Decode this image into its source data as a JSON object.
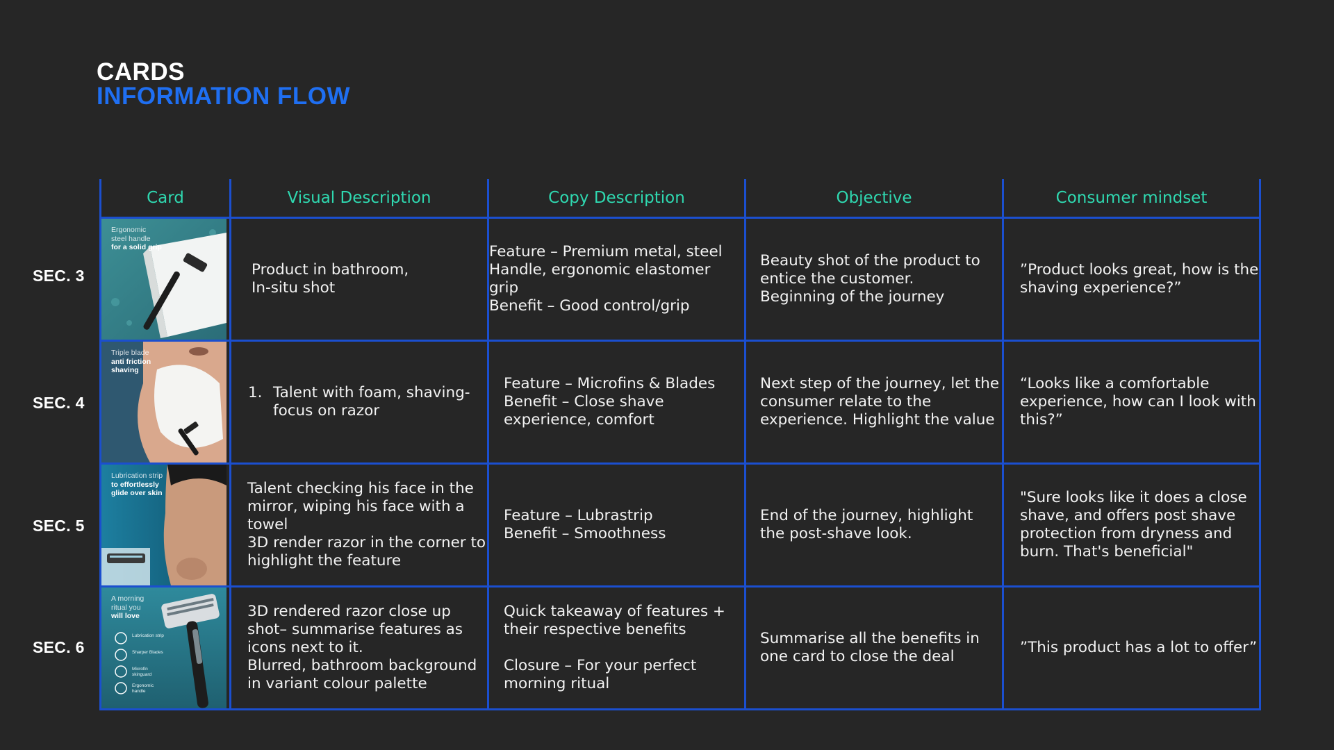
{
  "header": {
    "title_line1": "CARDS",
    "title_line2": "INFORMATION FLOW"
  },
  "colors": {
    "background": "#262626",
    "accent_blue": "#1f6ff2",
    "grid_blue": "#1b4fcf",
    "header_teal": "#2fd8b0"
  },
  "table": {
    "headers": [
      "Card",
      "Visual Description",
      "Copy Description",
      "Objective",
      "Consumer mindset"
    ],
    "rows": [
      {
        "section": "SEC. 3",
        "card_caption": [
          "Ergonomic",
          "steel handle",
          "for a solid grip"
        ],
        "visual": [
          "Product in bathroom,",
          "In-situ shot"
        ],
        "copy": [
          "Feature – Premium metal, steel Handle, ergonomic elastomer grip",
          "Benefit – Good control/grip"
        ],
        "objective": [
          "Beauty shot of the product to entice the customer.",
          "Beginning of the journey"
        ],
        "mindset": "”Product looks great, how is the shaving experience?”"
      },
      {
        "section": "SEC. 4",
        "card_caption": [
          "Triple blade",
          "anti friction",
          "shaving"
        ],
        "visual_num": "1.",
        "visual": "Talent with foam, shaving- focus on razor",
        "copy": [
          "Feature – Microfins & Blades",
          "Benefit – Close shave experience, comfort"
        ],
        "objective": "Next step of the journey, let the consumer relate to the experience. Highlight the value",
        "mindset": "“Looks like a comfortable experience, how can I look with this?”"
      },
      {
        "section": "SEC. 5",
        "card_caption": [
          "Lubrication strip",
          "to effortlessly",
          "glide over skin"
        ],
        "visual": [
          "Talent checking his face in the mirror, wiping his face with a towel",
          "3D render razor in the corner to highlight the feature"
        ],
        "copy": [
          "Feature – Lubrastrip",
          "Benefit – Smoothness"
        ],
        "objective": "End of the journey, highlight the post-shave look.",
        "mindset": "\"Sure looks like it does a close shave, and offers post shave protection from dryness and burn. That's beneficial\""
      },
      {
        "section": "SEC. 6",
        "card_caption": [
          "A morning",
          "ritual you",
          "will love"
        ],
        "card_icons": [
          "Lubrication strip",
          "Sharper Blades",
          "Microfin skinguard",
          "Ergonomic handle"
        ],
        "visual": [
          "3D rendered razor close up shot– summarise features as icons next to it.",
          "Blurred, bathroom background in variant colour palette"
        ],
        "copy": [
          "Quick takeaway of features + their respective benefits",
          "Closure – For your perfect morning ritual"
        ],
        "objective": "Summarise all the benefits in one card to close the deal",
        "mindset": "”This product has a lot to offer”"
      }
    ]
  }
}
